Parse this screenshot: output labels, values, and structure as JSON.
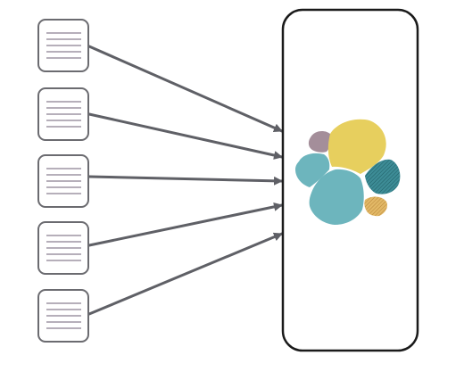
{
  "diagram": {
    "type": "many-to-one data flow",
    "sources": [
      {
        "kind": "document",
        "icon": "document-lines-icon"
      },
      {
        "kind": "document",
        "icon": "document-lines-icon"
      },
      {
        "kind": "document",
        "icon": "document-lines-icon"
      },
      {
        "kind": "document",
        "icon": "document-lines-icon"
      },
      {
        "kind": "document",
        "icon": "document-lines-icon"
      }
    ],
    "target": {
      "kind": "container",
      "icon": "elasticsearch-logo-icon"
    },
    "colors": {
      "stroke": "#1a1a1a",
      "doc_border": "#6b6b70",
      "doc_line": "#8a7f90",
      "arrow": "#5f6066",
      "logo_yellow": "#e7cf5e",
      "logo_teal": "#6db5bd",
      "logo_mauve": "#a48e9a",
      "logo_dark_teal": "#3d8c96",
      "logo_orange": "#d9a856"
    }
  }
}
